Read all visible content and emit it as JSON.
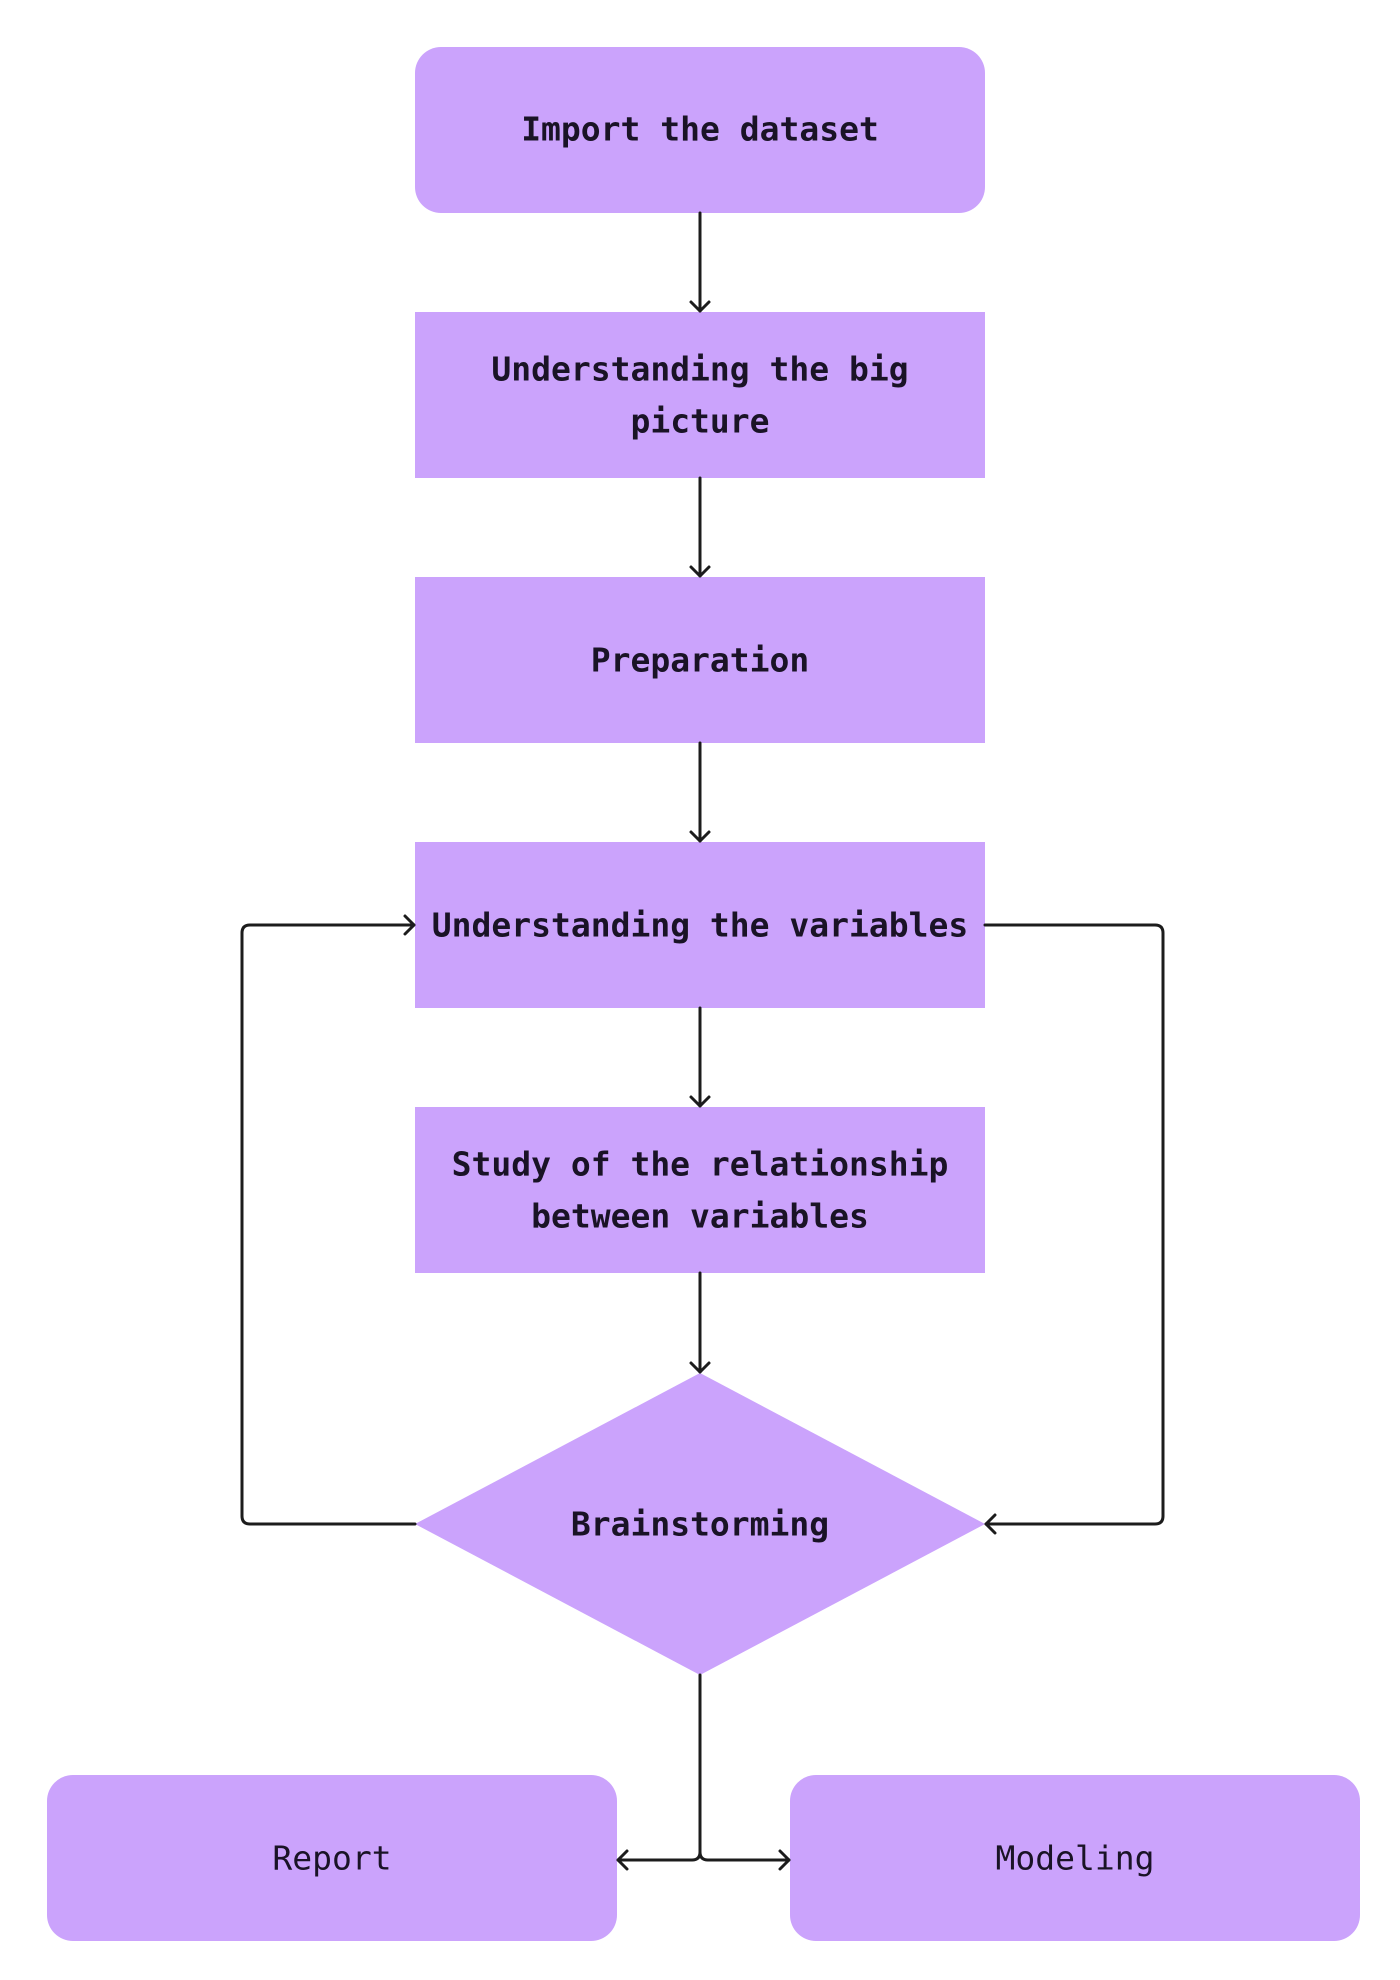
{
  "nodes": {
    "import": {
      "label": "Import the dataset"
    },
    "big_picture": {
      "line1": "Understanding the big",
      "line2": "picture"
    },
    "preparation": {
      "label": "Preparation"
    },
    "variables": {
      "label": "Understanding the variables"
    },
    "relationship": {
      "line1": "Study of the relationship",
      "line2": "between variables"
    },
    "brainstorming": {
      "label": "Brainstorming"
    },
    "report": {
      "label": "Report"
    },
    "modeling": {
      "label": "Modeling"
    }
  },
  "colors": {
    "node_fill": "#cba3fc",
    "connector": "#1c1c1c",
    "text": "#1a1326"
  }
}
